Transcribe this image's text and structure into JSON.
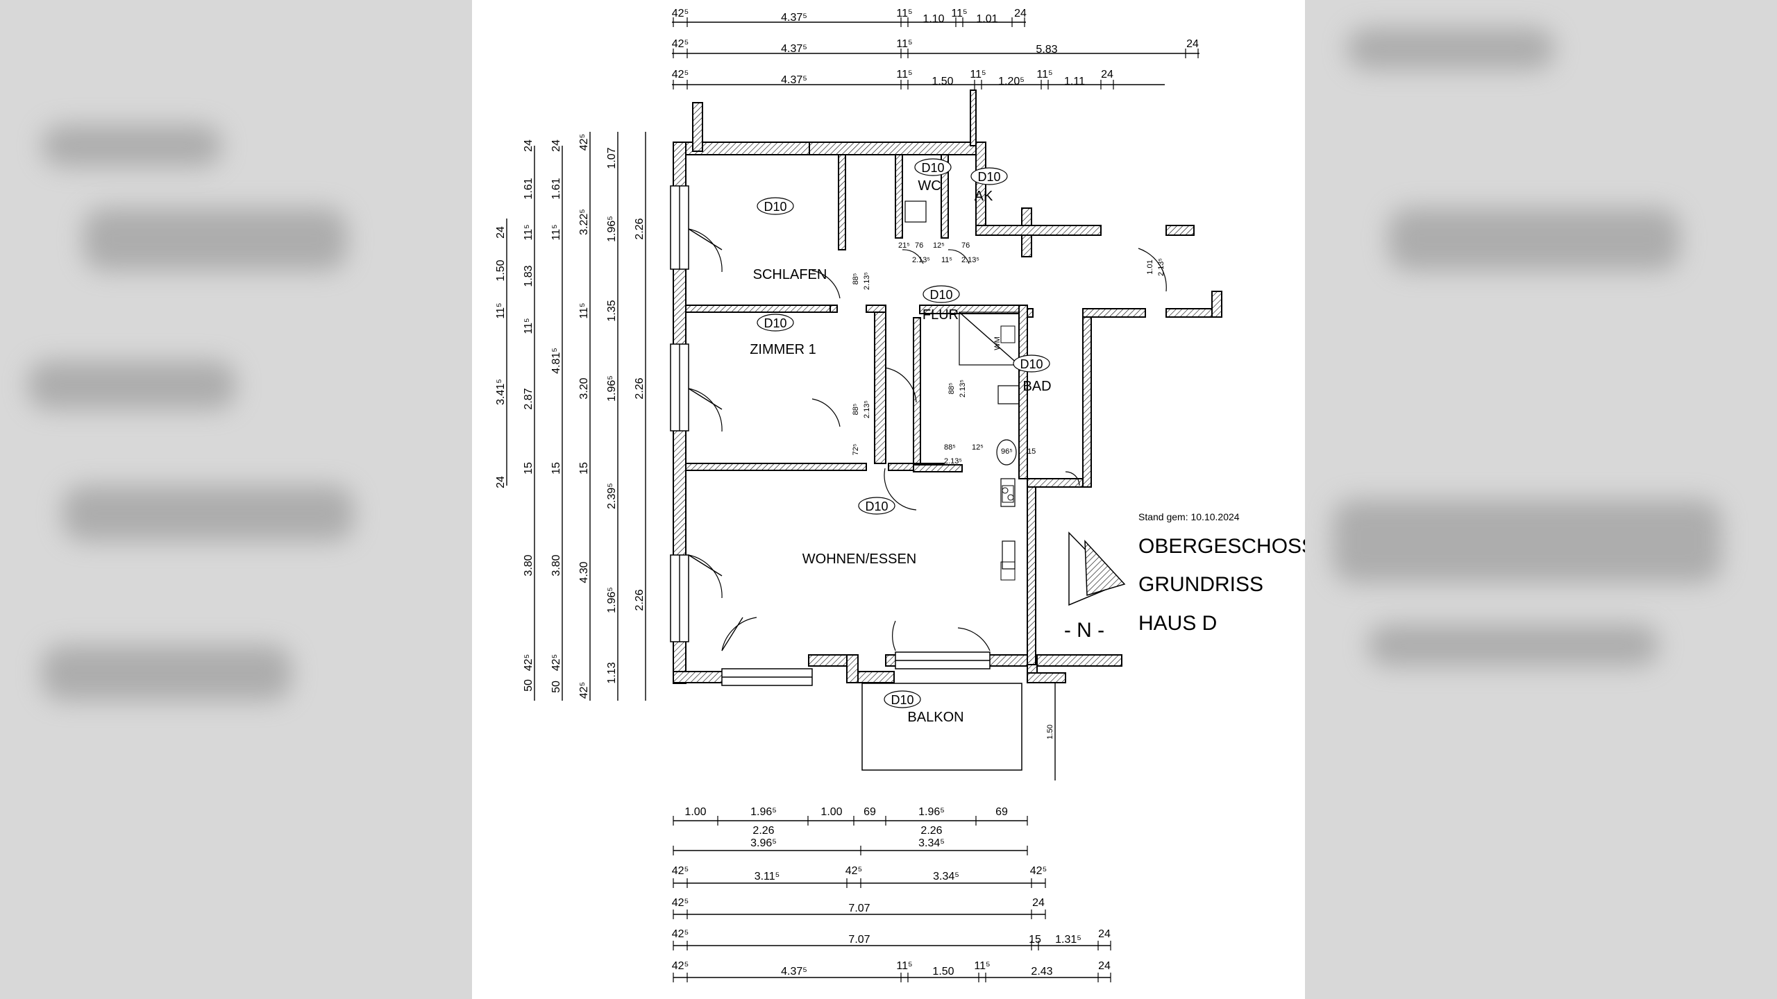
{
  "title": {
    "line1": "OBERGESCHOSS",
    "line2": "GRUNDRISS",
    "line3": "HAUS D",
    "stand": "Stand gem: 10.10.2024",
    "north": "- N -"
  },
  "rooms": {
    "schlafen": "SCHLAFEN",
    "zimmer1": "ZIMMER 1",
    "wohnen": "WOHNEN/ESSEN",
    "flur": "FLUR",
    "wc": "WC",
    "ak": "AK",
    "bad": "BAD",
    "balkon": "BALKON"
  },
  "tag": "D10",
  "dims_top": {
    "row1": [
      "42⁵",
      "4.37⁵",
      "11⁵",
      "1.10",
      "11⁵",
      "1.01",
      "24"
    ],
    "row2": [
      "42⁵",
      "4.37⁵",
      "11⁵",
      "5.83",
      "24"
    ],
    "row3": [
      "42⁵",
      "4.37⁵",
      "11⁵",
      "1.50",
      "11⁵",
      "1.20⁵",
      "11⁵",
      "1.11",
      "24"
    ]
  },
  "dims_bottom": {
    "row1": [
      "1.00",
      "1.96⁵",
      "1.00",
      "69",
      "1.96⁵",
      "69"
    ],
    "row1b": [
      "2.26",
      "2.26"
    ],
    "row2": [
      "3.96⁵",
      "3.34⁵"
    ],
    "row3": [
      "42⁵",
      "3.11⁵",
      "42⁵",
      "3.34⁵",
      "42⁵"
    ],
    "row4": [
      "42⁵",
      "7.07",
      "24"
    ],
    "row5": [
      "42⁵",
      "7.07",
      "15",
      "1.31⁵",
      "24"
    ],
    "row6": [
      "42⁵",
      "4.37⁵",
      "11⁵",
      "1.50",
      "11⁵",
      "2.43",
      "24"
    ]
  },
  "dims_left": {
    "col1": [
      "24",
      "1.50",
      "11⁵",
      "3.41⁵",
      "24"
    ],
    "col2": [
      "24",
      "1.61",
      "11⁵",
      "1.83",
      "11⁵",
      "2.87",
      "15",
      "3.80",
      "50",
      "42⁵"
    ],
    "col3": [
      "24",
      "1.61",
      "11⁵",
      "4.81⁵",
      "15",
      "3.80",
      "42⁵",
      "50"
    ],
    "col4": [
      "42⁵",
      "3.22⁵",
      "11⁵",
      "3.20",
      "15",
      "4.30",
      "42⁵"
    ],
    "col5": [
      "1.07",
      "1.96⁵",
      "1.35",
      "1.96⁵",
      "2.39⁵",
      "1.96⁵",
      "1.13"
    ],
    "col6": [
      "2.26",
      "2.26",
      "2.26"
    ]
  },
  "small_dims": {
    "d88": "88⁵",
    "d213": "2.13⁵",
    "d76": "76",
    "d12": "12⁵",
    "d21": "21⁵",
    "d101": "1.01",
    "d72": "72⁵",
    "d96": "96⁵",
    "d15": "15",
    "d150": "1.50",
    "d11": "11⁵",
    "wm": "WM"
  }
}
